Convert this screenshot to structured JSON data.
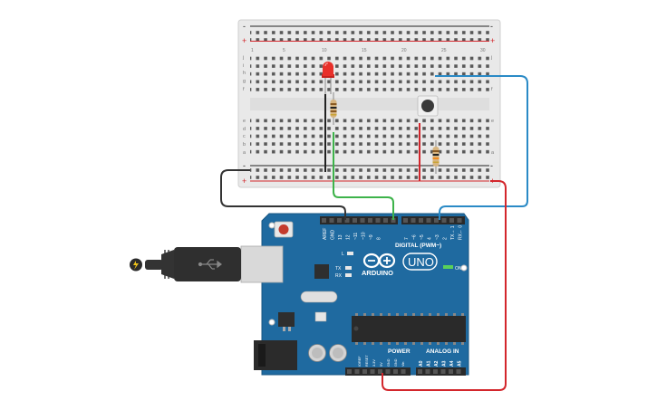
{
  "breadboard": {
    "row_letters_top": [
      "j",
      "i",
      "h",
      "g",
      "f"
    ],
    "row_letters_bottom": [
      "e",
      "d",
      "c",
      "b",
      "a"
    ],
    "column_numbers_top": [
      "1",
      "5",
      "10",
      "15",
      "20",
      "25",
      "30"
    ],
    "plus": "+",
    "minus": "-"
  },
  "board": {
    "brand": "ARDUINO",
    "model": "UNO",
    "digital_header": "DIGITAL (PWM~)",
    "power_header": "POWER",
    "analog_header": "ANALOG IN",
    "on_label": "ON",
    "l_label": "L",
    "tx_label": "TX",
    "rx_label": "RX",
    "aref_label": "AREF",
    "gnd_label": "GND",
    "digital_pins": [
      "13",
      "12",
      "~11",
      "~10",
      "~9",
      "8",
      "7",
      "~6",
      "~5",
      "4",
      "~3",
      "2",
      "TX→ 1",
      "RX← 0"
    ],
    "power_pins": [
      "IOREF",
      "RESET",
      "3.3V",
      "5V",
      "GND",
      "GND",
      "Vin"
    ],
    "analog_pins": [
      "A0",
      "A1",
      "A2",
      "A3",
      "A4",
      "A5"
    ]
  },
  "colors": {
    "board_blue": "#1f6aa0",
    "wire_black": "#333333",
    "wire_green": "#3db34a",
    "wire_blue": "#2a8ac6",
    "wire_red": "#d3262c",
    "led_red": "#e8302a"
  }
}
